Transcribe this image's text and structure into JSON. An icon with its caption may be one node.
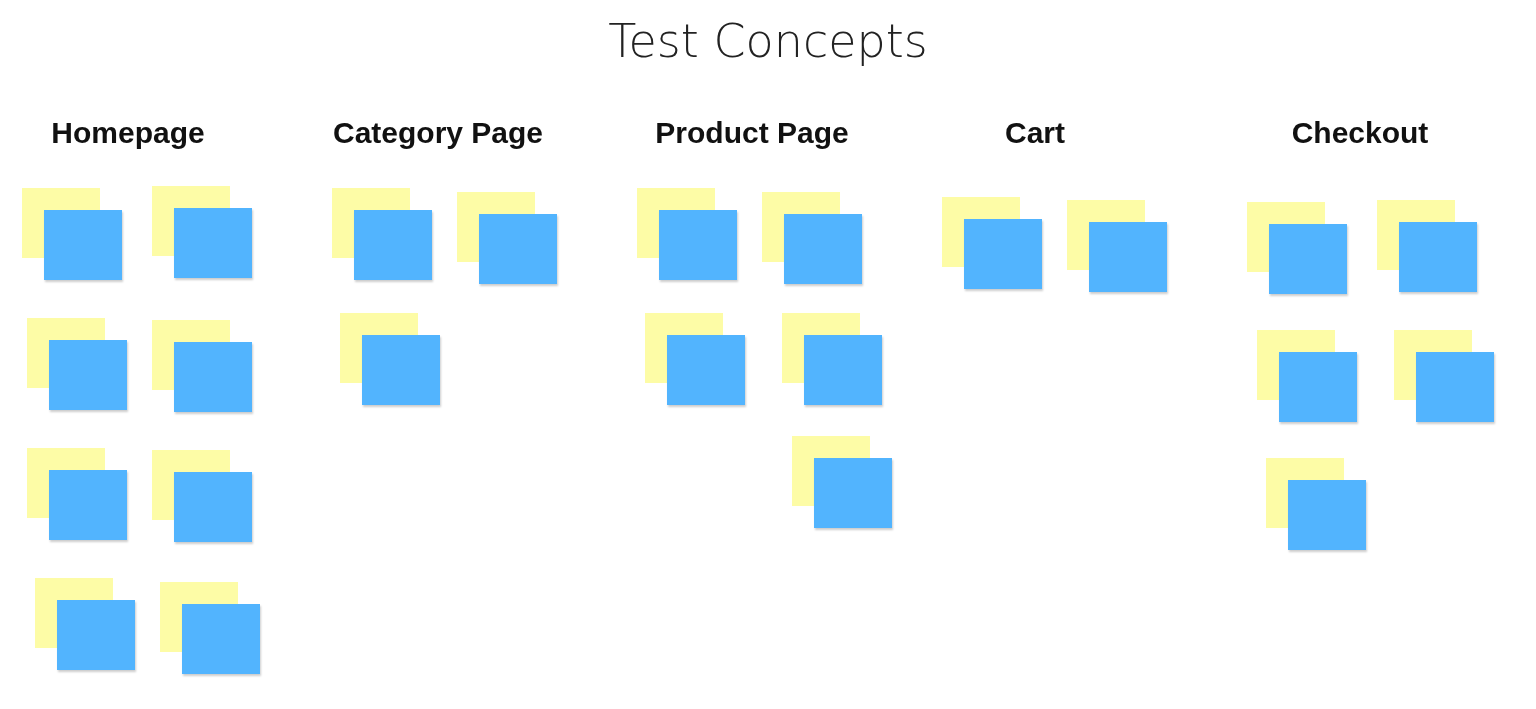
{
  "diagram": {
    "title": "Test Concepts",
    "labels": [
      "Homepage",
      "Category Page",
      "Product Page",
      "Cart",
      "Checkout"
    ],
    "nodes": [
      {
        "text": [],
        "shape": "box"
      },
      {
        "text": [],
        "shape": "box"
      },
      {
        "text": [],
        "shape": "box"
      },
      {
        "text": [],
        "shape": "box"
      },
      {
        "text": [],
        "shape": "box"
      },
      {
        "text": [],
        "shape": "box"
      },
      {
        "text": [],
        "shape": "box"
      },
      {
        "text": [],
        "shape": "box"
      },
      {
        "text": [],
        "shape": "box"
      },
      {
        "text": [],
        "shape": "box"
      },
      {
        "text": [],
        "shape": "box"
      },
      {
        "text": [],
        "shape": "box"
      },
      {
        "text": [],
        "shape": "box"
      },
      {
        "text": [],
        "shape": "box"
      },
      {
        "text": [],
        "shape": "box"
      },
      {
        "text": [],
        "shape": "box"
      },
      {
        "text": [],
        "shape": "box"
      },
      {
        "text": [],
        "shape": "box"
      },
      {
        "text": [],
        "shape": "box"
      },
      {
        "text": [],
        "shape": "box"
      },
      {
        "text": [],
        "shape": "box"
      },
      {
        "text": [],
        "shape": "box"
      },
      {
        "text": [],
        "shape": "box"
      }
    ]
  }
}
